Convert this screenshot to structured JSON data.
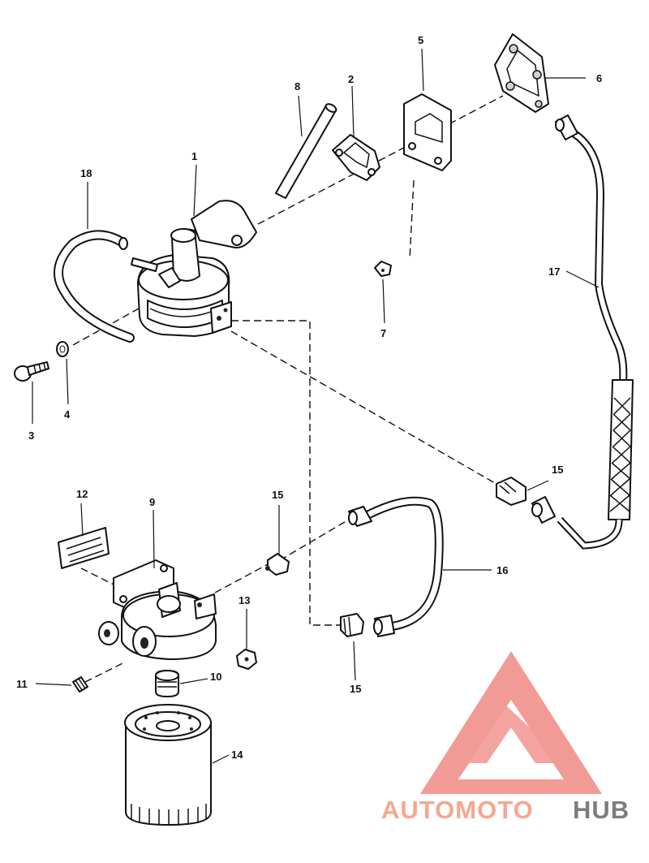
{
  "callouts": {
    "c1": "1",
    "c2": "2",
    "c3": "3",
    "c4": "4",
    "c5": "5",
    "c6": "6",
    "c7": "7",
    "c8": "8",
    "c9": "9",
    "c10": "10",
    "c11": "11",
    "c12": "12",
    "c13": "13",
    "c14": "14",
    "c15a": "15",
    "c15b": "15",
    "c15c": "15",
    "c16": "16",
    "c17": "17",
    "c18": "18"
  },
  "watermark": {
    "brand_part1": "AUTOMOTO",
    "brand_part2": "HUB",
    "colors": {
      "logo": "#f08a84",
      "text_primary": "#f6a78f",
      "text_secondary": "#7d7d7d"
    }
  }
}
